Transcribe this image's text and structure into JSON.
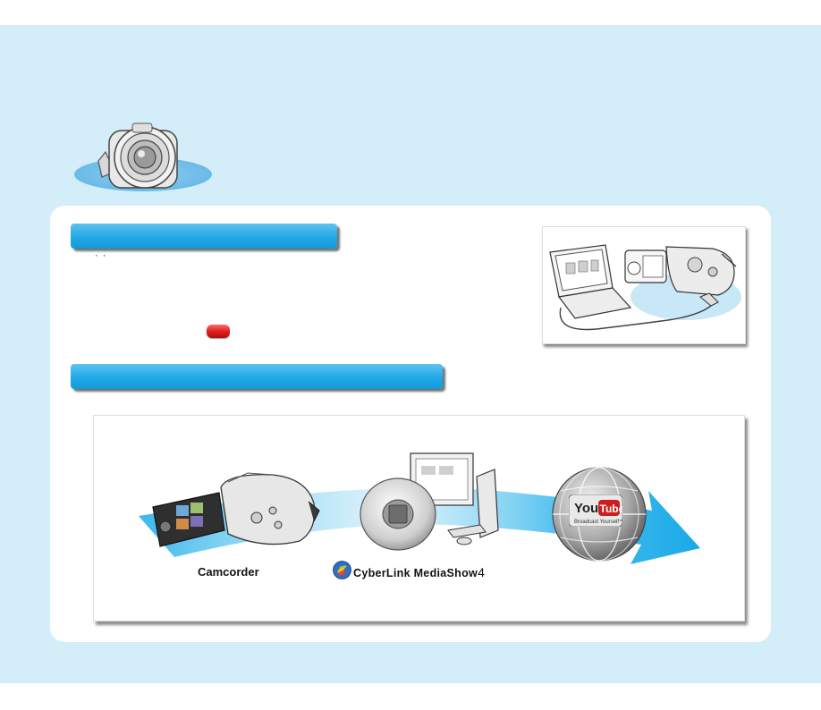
{
  "marker_text": "· ·",
  "diagram": {
    "camcorder_label": "Camcorder",
    "software_label": "CyberLink  MediaShow",
    "software_version": "4",
    "youtube_you": "You",
    "youtube_tube": "Tube",
    "youtube_tagline": "Broadcast Yourself™"
  },
  "colors": {
    "page_background": "#d3edf9",
    "heading_bar": "#22a8e6",
    "button_red": "#e02020",
    "arrow_blue": "#2bb3ea"
  }
}
